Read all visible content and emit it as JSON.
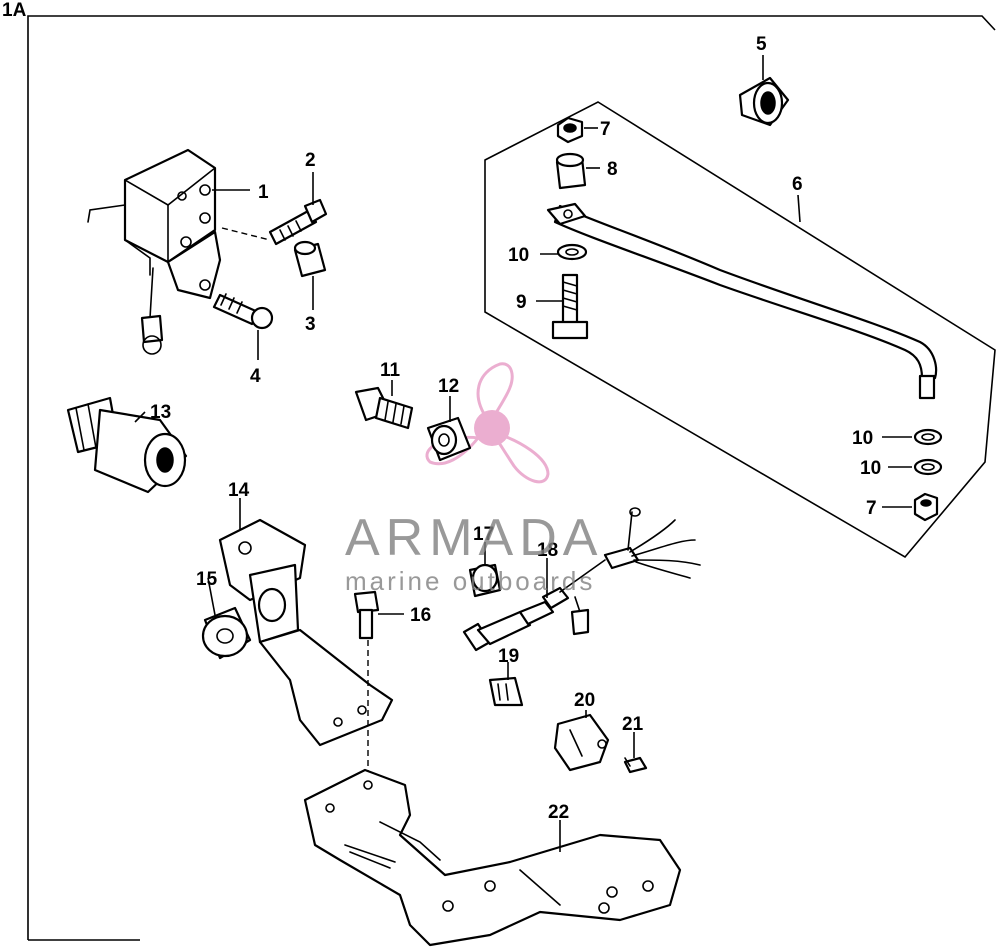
{
  "figure_label": "1A",
  "callouts": [
    "1",
    "2",
    "3",
    "4",
    "5",
    "6",
    "7",
    "8",
    "9",
    "10",
    "11",
    "12",
    "13",
    "14",
    "15",
    "16",
    "17",
    "18",
    "19",
    "20",
    "21",
    "22"
  ],
  "callout_7b": "7",
  "callout_10b": "10",
  "callout_10c": "10",
  "watermark": {
    "brand": "ARMADA",
    "tagline": "marine outboards",
    "colors": {
      "logo_pink": "#e8a0c8",
      "text_gray": "#808080"
    }
  }
}
